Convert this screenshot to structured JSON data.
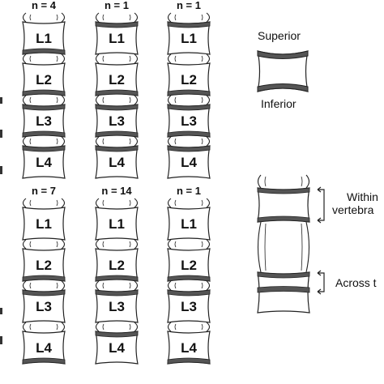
{
  "colors": {
    "background": "#ffffff",
    "outline": "#222222",
    "endplate_highlight": "#555555",
    "disc_fill": "#ffffff"
  },
  "panels": [
    {
      "count_label": "n = 4",
      "highlight": [
        [
          0,
          "inf"
        ],
        [
          1,
          "inf"
        ],
        [
          2,
          "sup"
        ],
        [
          2,
          "inf"
        ],
        [
          3,
          "sup"
        ]
      ]
    },
    {
      "count_label": "n = 1",
      "highlight": [
        [
          0,
          "sup"
        ],
        [
          1,
          "inf"
        ],
        [
          2,
          "sup"
        ],
        [
          2,
          "inf"
        ],
        [
          3,
          "sup"
        ]
      ]
    },
    {
      "count_label": "n = 1",
      "highlight": [
        [
          0,
          "sup"
        ],
        [
          1,
          "inf"
        ],
        [
          2,
          "sup"
        ],
        [
          2,
          "inf"
        ],
        [
          3,
          "sup"
        ]
      ]
    },
    {
      "count_label": "n = 7",
      "highlight": [
        [
          1,
          "inf"
        ],
        [
          2,
          "sup"
        ],
        [
          3,
          "inf"
        ]
      ]
    },
    {
      "count_label": "n = 14",
      "highlight": [
        [
          1,
          "inf"
        ],
        [
          2,
          "sup"
        ],
        [
          3,
          "sup"
        ]
      ]
    },
    {
      "count_label": "n = 1",
      "highlight": [
        [
          1,
          "inf"
        ],
        [
          2,
          "sup"
        ],
        [
          3,
          "inf"
        ]
      ]
    }
  ],
  "vertebra_labels": [
    "L1",
    "L2",
    "L3",
    "L4"
  ],
  "legend_single": {
    "superior_label": "Superior",
    "inferior_label": "Inferior"
  },
  "legend_segment": {
    "within_label_line1": "Within",
    "within_label_line2": "vertebra",
    "across_label": "Across t"
  }
}
